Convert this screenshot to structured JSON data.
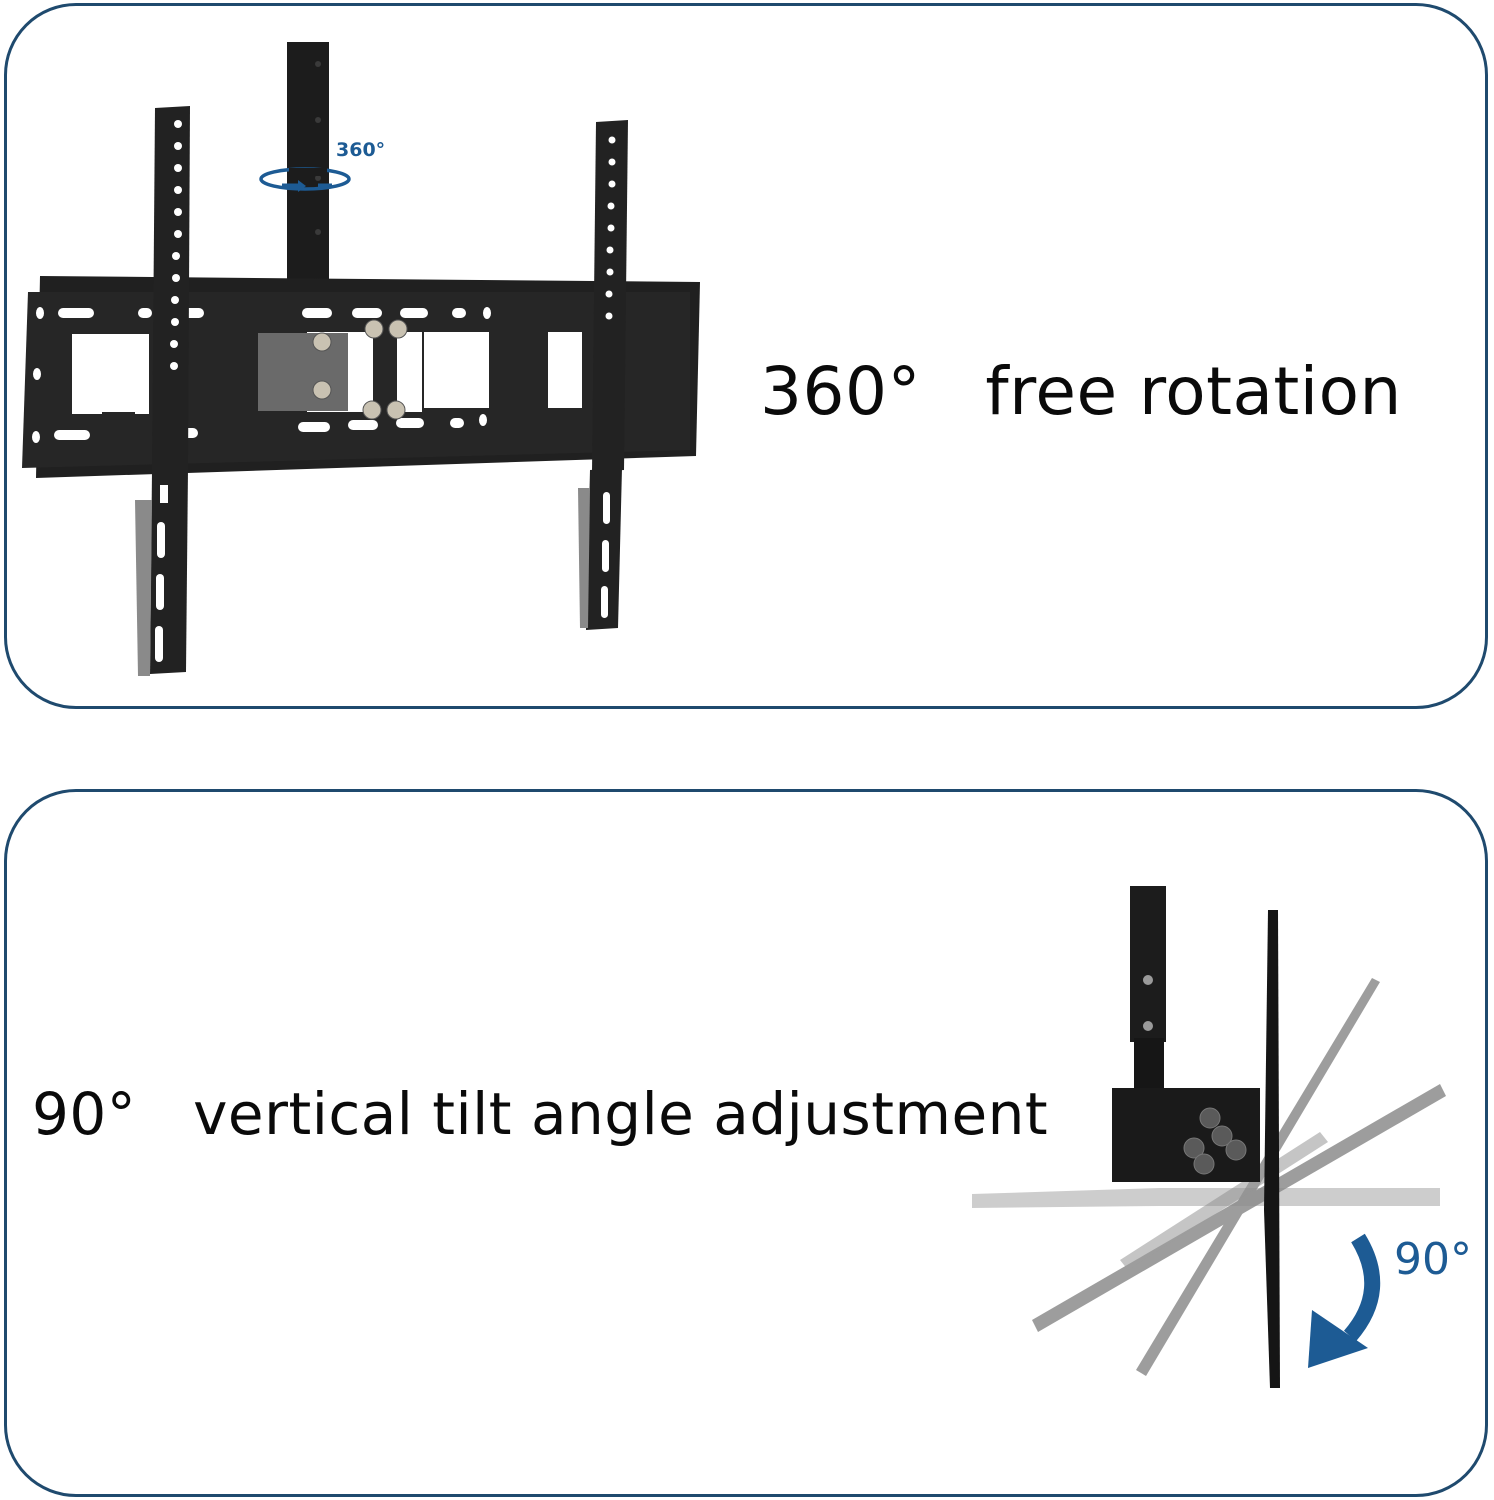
{
  "panels": [
    {
      "id": "rotation",
      "caption": "360°   free rotation",
      "illustration": {
        "subject": "ceiling tv mount bracket, front view",
        "annotation_label": "360°",
        "annotation_icon": "rotate-around-pole-icon"
      }
    },
    {
      "id": "tilt",
      "caption": "90°   vertical tilt angle adjustment",
      "illustration": {
        "subject": "ceiling tv mount bracket, side view with tilt positions",
        "annotation_label": "90°",
        "annotation_icon": "curved-arrow-down-icon"
      }
    }
  ],
  "colors": {
    "border": "#1f4a6e",
    "accent_blue": "#1d5b94",
    "metal_black": "#1c1c1c",
    "ghost_gray": "#9a9a9a"
  }
}
